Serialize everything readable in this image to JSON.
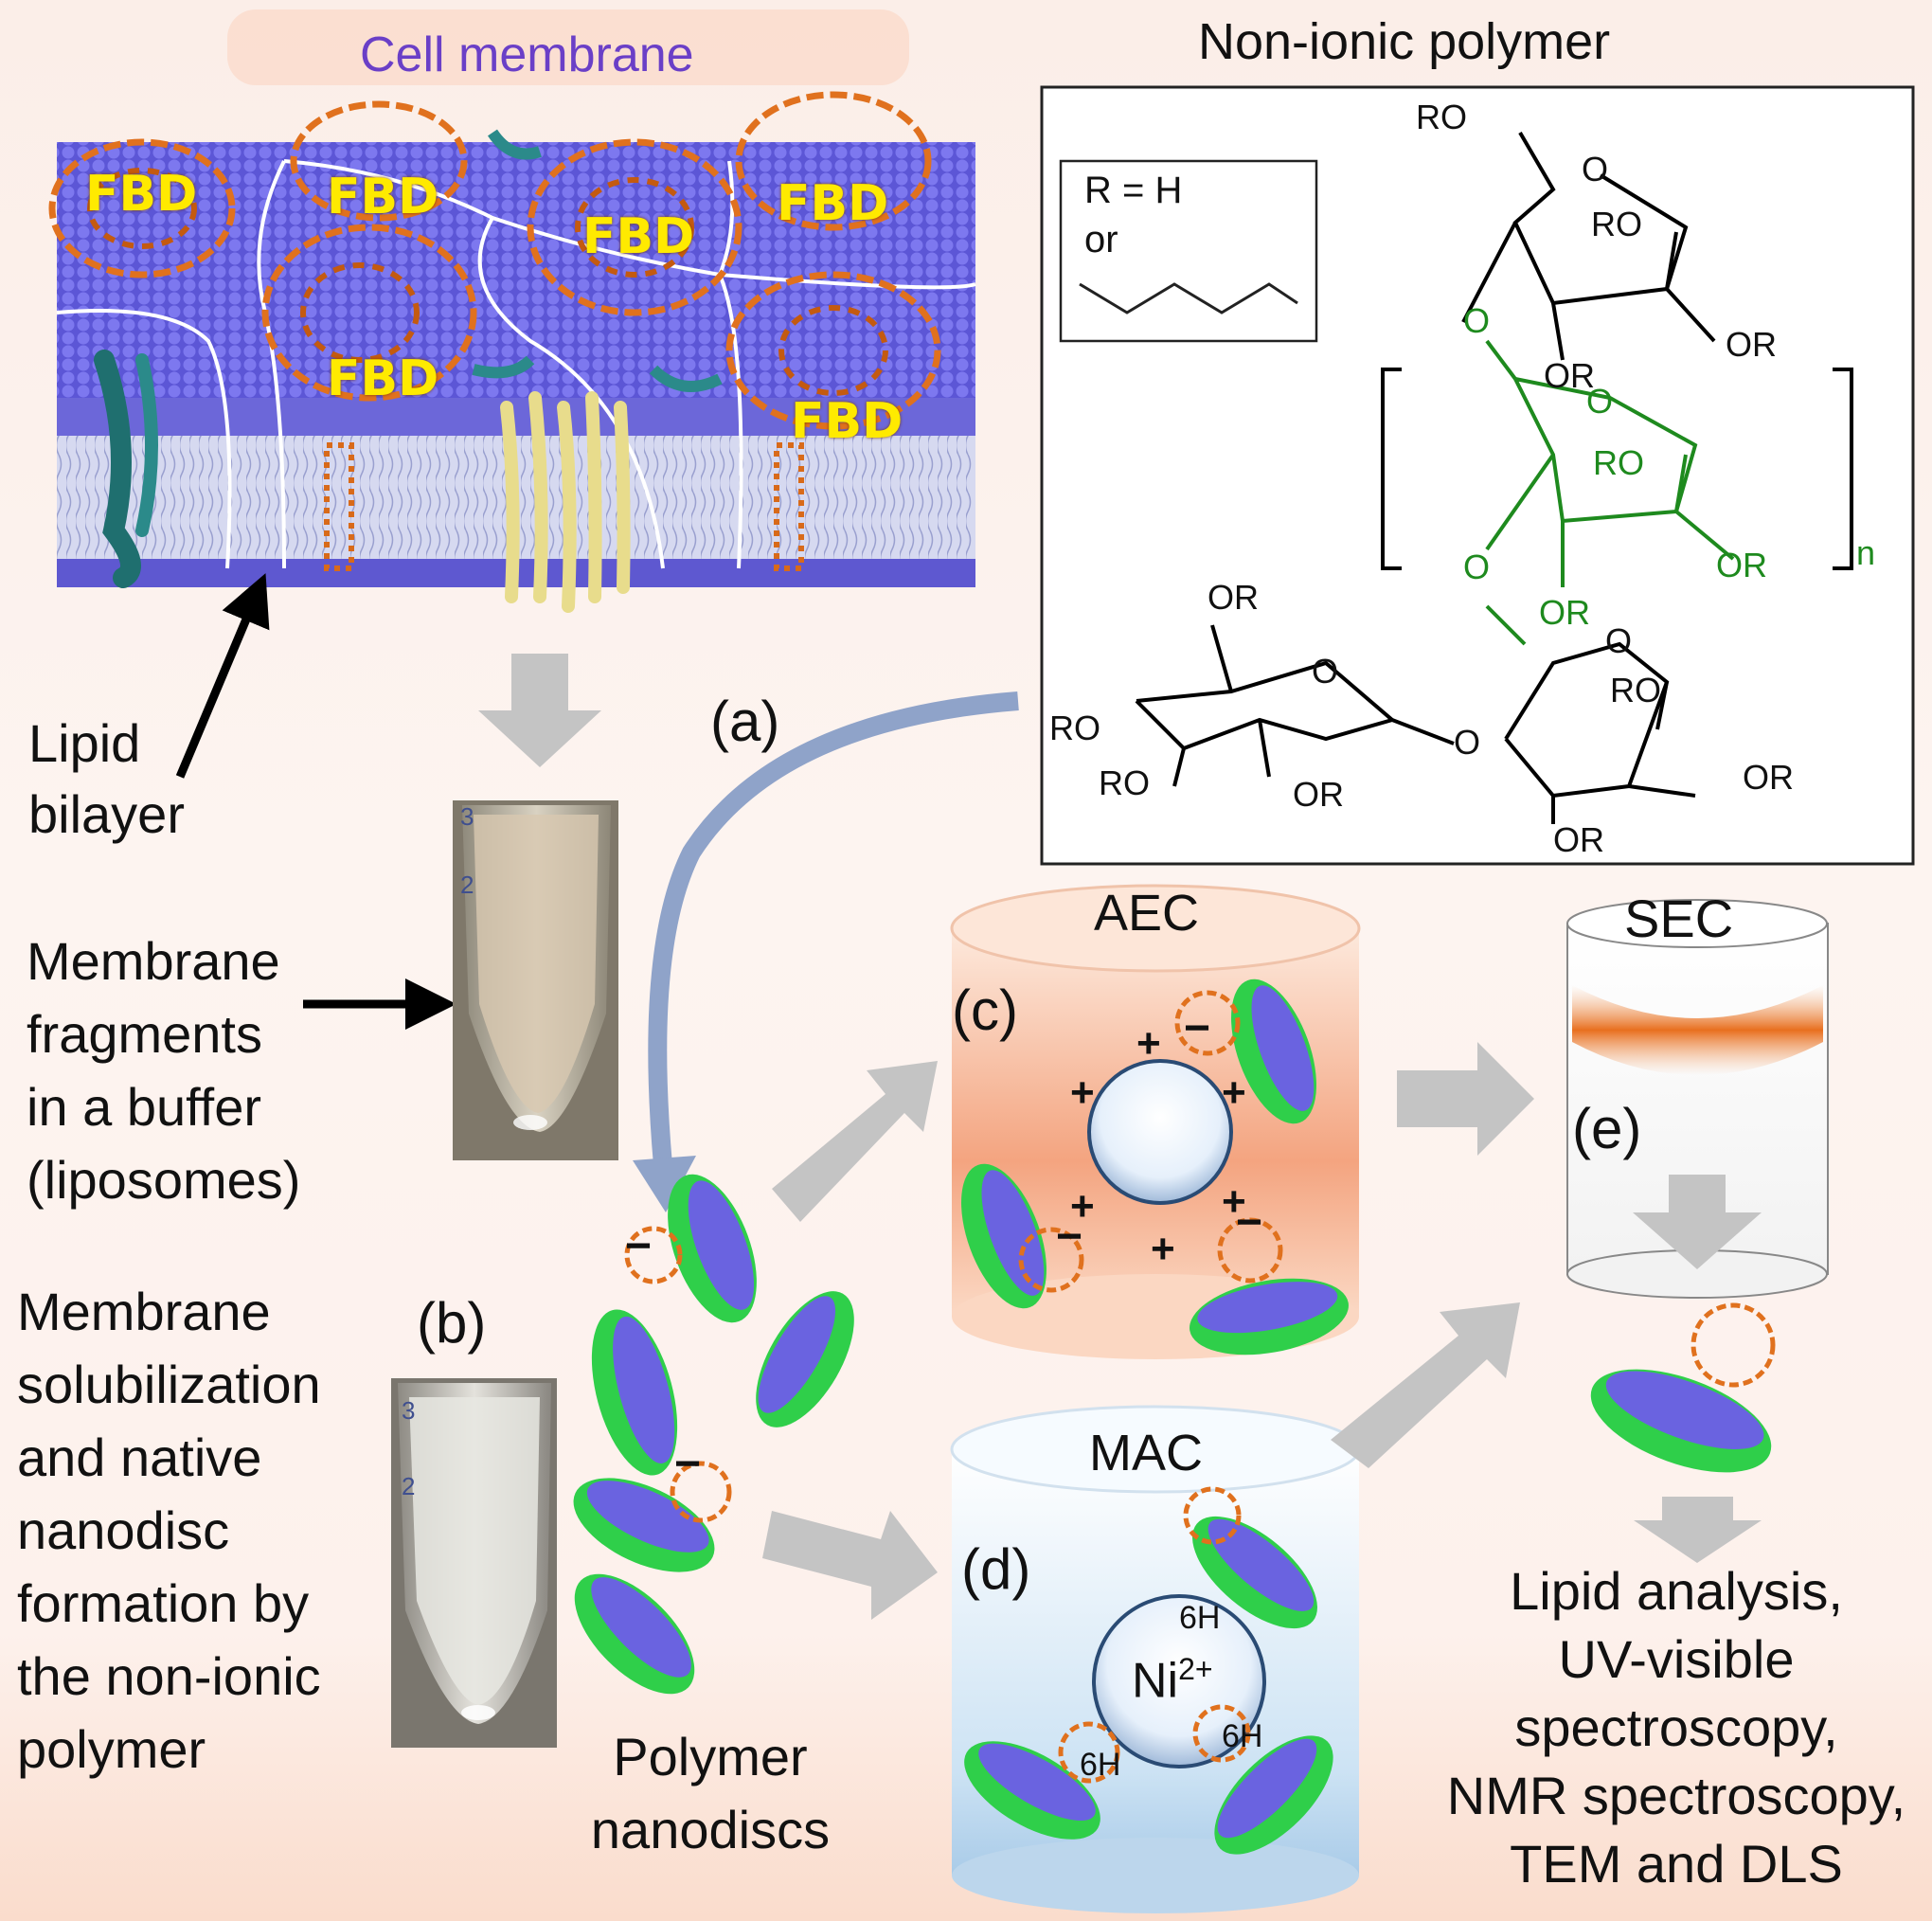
{
  "membrane": {
    "title": "Cell membrane",
    "fbd_labels": [
      "FBD",
      "FBD",
      "FBD",
      "FBD",
      "FBD",
      "FBD"
    ],
    "lipid_bilayer": [
      "Lipid",
      "bilayer"
    ]
  },
  "polymer": {
    "title": "Non-ionic polymer",
    "r_def": [
      "R = H",
      "or"
    ],
    "labels": {
      "ro": "RO",
      "or": "OR",
      "o": "O",
      "n": "n"
    }
  },
  "steps": {
    "a": "(a)",
    "b": "(b)",
    "c": "(c)",
    "d": "(d)",
    "e": "(e)"
  },
  "left_text": {
    "fragments": [
      "Membrane",
      "fragments",
      "in a buffer",
      "(liposomes)"
    ],
    "solubilization": [
      "Membrane",
      "solubilization",
      "and native",
      "nanodisc",
      "formation by",
      "the non-ionic",
      "polymer"
    ]
  },
  "tube_marks": [
    "3",
    "2"
  ],
  "nanodiscs_label": [
    "Polymer",
    "nanodiscs"
  ],
  "columns": {
    "aec": "AEC",
    "mac": "MAC",
    "sec": "SEC",
    "ni": "Ni",
    "ni_charge": "2+",
    "his": "6H",
    "plus": "+",
    "minus": "−"
  },
  "analysis": [
    "Lipid analysis,",
    "UV-visible",
    "spectroscopy,",
    "NMR spectroscopy,",
    "TEM and DLS"
  ],
  "colors": {
    "membrane_purple": "#6a63e0",
    "protein_orange": "#e0711e",
    "nanodisc_green": "#2fcf4a",
    "arrow_gray": "#bdbdbd",
    "chem_green": "#1e8a1e",
    "title_purple": "#6a3fc7"
  }
}
